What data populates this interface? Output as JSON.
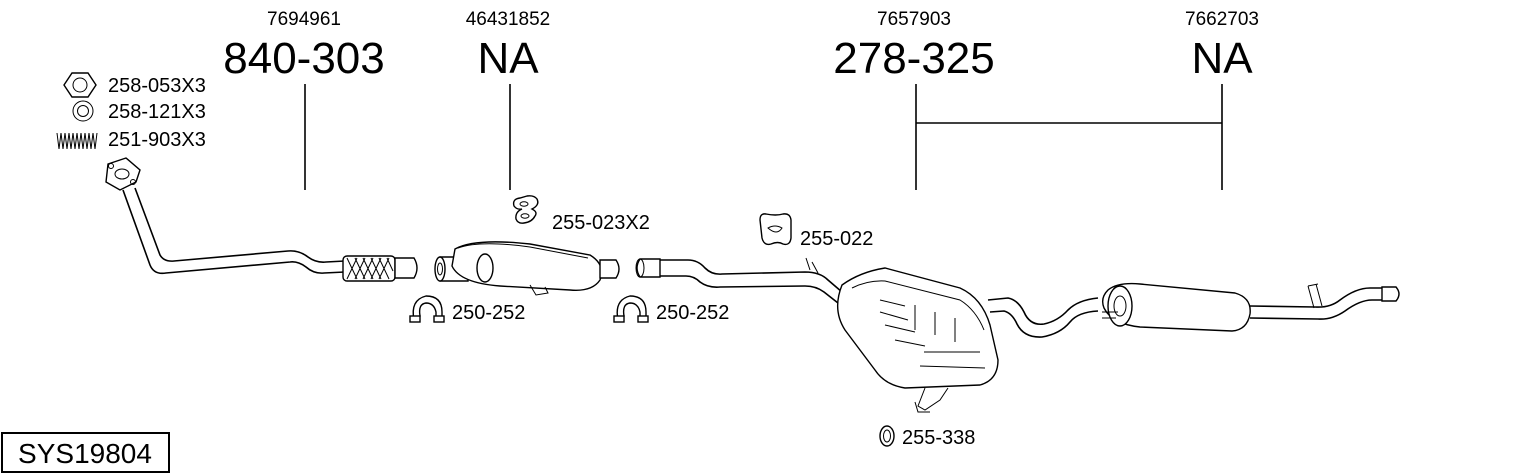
{
  "diagram_id": "SYS19804",
  "columns": [
    {
      "oem": "7694961",
      "part": "840-303"
    },
    {
      "oem": "46431852",
      "part": "NA"
    },
    {
      "oem": "7657903",
      "part": "278-325"
    },
    {
      "oem": "7662703",
      "part": "NA"
    }
  ],
  "hardware": [
    {
      "icon": "hex-nut-icon",
      "label": "258-053X3"
    },
    {
      "icon": "washer-icon",
      "label": "258-121X3"
    },
    {
      "icon": "spring-icon",
      "label": "251-903X3"
    }
  ],
  "parts": [
    {
      "icon": "rubber-hanger-icon",
      "label": "255-023X2"
    },
    {
      "icon": "rubber-hanger-icon",
      "label": "255-022"
    },
    {
      "icon": "clamp-icon",
      "label": "250-252"
    },
    {
      "icon": "clamp-icon",
      "label": "250-252"
    },
    {
      "icon": "gasket-ring-icon",
      "label": "255-338"
    }
  ]
}
